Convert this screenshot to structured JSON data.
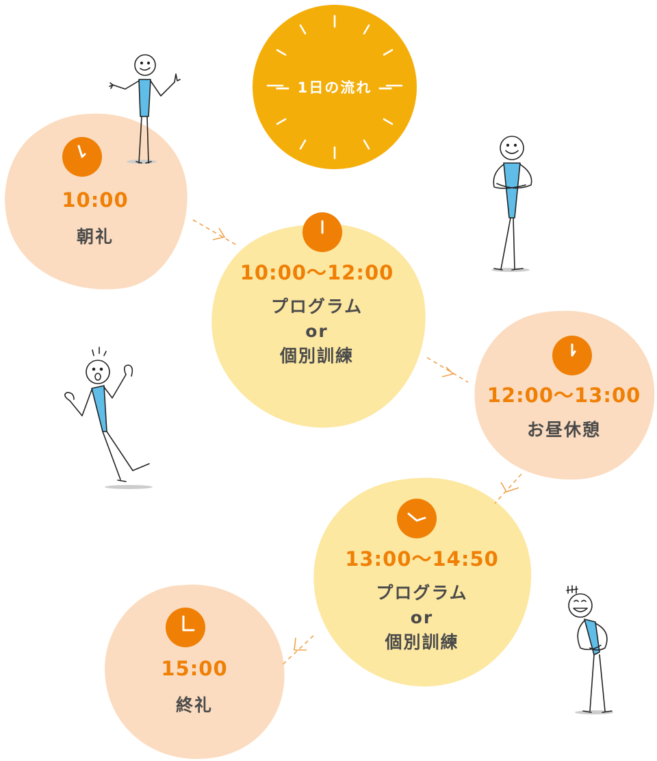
{
  "title": "1日の流れ",
  "colors": {
    "accent": "#ef7f05",
    "title_sun": "#f4ae0a",
    "peach_blob": "#fbdcc0",
    "yellow_blob": "#fde8a2",
    "text": "#4a4a4a",
    "figure_shirt": "#5fbde8"
  },
  "steps": [
    {
      "time": "10:00",
      "label_lines": [
        "朝礼"
      ],
      "color": "peach",
      "clock_icon": "clock-icon"
    },
    {
      "time": "10:00〜12:00",
      "label_lines": [
        "プログラム",
        "or",
        "個別訓練"
      ],
      "color": "yellow",
      "clock_icon": "clock-icon"
    },
    {
      "time": "12:00〜13:00",
      "label_lines": [
        "お昼休憩"
      ],
      "color": "peach",
      "clock_icon": "clock-icon"
    },
    {
      "time": "13:00〜14:50",
      "label_lines": [
        "プログラム",
        "or",
        "個別訓練"
      ],
      "color": "yellow",
      "clock_icon": "clock-icon"
    },
    {
      "time": "15:00",
      "label_lines": [
        "終礼"
      ],
      "color": "peach",
      "clock_icon": "clock-icon"
    }
  ],
  "figures": [
    "stick-figure-shrugging",
    "stick-figure-arms-crossed",
    "stick-figure-surprised",
    "stick-figure-laughing"
  ]
}
